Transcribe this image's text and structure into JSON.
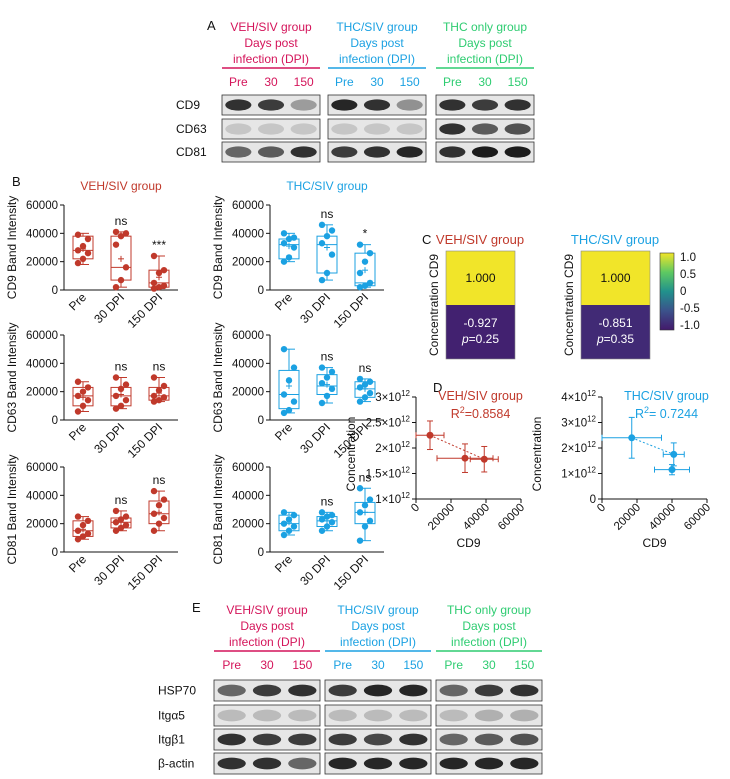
{
  "colors": {
    "veh": "#c0392b",
    "thc_siv": "#1ba1e2",
    "thc_only": "#2ecc71",
    "magenta": "#d4145a",
    "heat_high": "#f1e529",
    "heat_low": "#43196b"
  },
  "panel_letters": {
    "a": "A",
    "b": "B",
    "c": "C",
    "d": "D",
    "e": "E"
  },
  "blot_a": {
    "groups": [
      {
        "title": "VEH/SIV group",
        "subtitle": "Days post\ninfection (DPI)",
        "color_key": "magenta",
        "lanes": [
          "Pre",
          "30",
          "150"
        ]
      },
      {
        "title": "THC/SIV group",
        "subtitle": "Days post\ninfection (DPI)",
        "color_key": "thc_siv",
        "lanes": [
          "Pre",
          "30",
          "150"
        ]
      },
      {
        "title": "THC  only group",
        "subtitle": "Days post\ninfection (DPI)",
        "color_key": "thc_only",
        "lanes": [
          "Pre",
          "30",
          "150"
        ]
      }
    ],
    "rows": [
      "CD9",
      "CD63",
      "CD81"
    ]
  },
  "blot_e": {
    "groups": [
      {
        "title": "VEH/SIV group",
        "subtitle": "Days post\ninfection (DPI)",
        "color_key": "magenta",
        "lanes": [
          "Pre",
          "30",
          "150"
        ]
      },
      {
        "title": "THC/SIV group",
        "subtitle": "Days post\ninfection (DPI)",
        "color_key": "thc_siv",
        "lanes": [
          "Pre",
          "30",
          "150"
        ]
      },
      {
        "title": "THC  only group",
        "subtitle": "Days post\ninfection (DPI)",
        "color_key": "thc_only",
        "lanes": [
          "Pre",
          "30",
          "150"
        ]
      }
    ],
    "rows": [
      "HSP70",
      "Itgα5",
      "Itgβ1",
      "β-actin"
    ]
  },
  "chart_data": [
    {
      "id": "B-VEH-CD9",
      "type": "box",
      "title": "VEH/SIV group",
      "ylabel": "CD9 Band Intensity",
      "categories": [
        "Pre",
        "30 DPI",
        "150 DPI"
      ],
      "ylim": [
        0,
        60000
      ],
      "yticks": [
        0,
        20000,
        40000,
        60000
      ],
      "box": [
        {
          "min": 18000,
          "q1": 22000,
          "median": 28000,
          "q3": 38000,
          "max": 40000,
          "mean": 29000
        },
        {
          "min": 2000,
          "q1": 7000,
          "median": 16000,
          "q3": 38000,
          "max": 41000,
          "mean": 22000
        },
        {
          "min": 1000,
          "q1": 2000,
          "median": 5000,
          "q3": 14000,
          "max": 24000,
          "mean": 9000
        }
      ],
      "points": [
        [
          19000,
          22000,
          26000,
          28000,
          31000,
          36000,
          39000
        ],
        [
          2000,
          7000,
          16000,
          32000,
          38000,
          40000,
          41000
        ],
        [
          1000,
          2000,
          3000,
          5000,
          12000,
          14000,
          24000
        ]
      ],
      "annotations": [
        "",
        "ns",
        "***"
      ],
      "color_key": "veh"
    },
    {
      "id": "B-THC-CD9",
      "type": "box",
      "title": "THC/SIV group",
      "ylabel": "CD9 Band Intensity",
      "categories": [
        "Pre",
        "30 DPI",
        "150 DPI"
      ],
      "ylim": [
        0,
        60000
      ],
      "yticks": [
        0,
        20000,
        40000,
        60000
      ],
      "box": [
        {
          "min": 20000,
          "q1": 22000,
          "median": 32000,
          "q3": 36000,
          "max": 40000,
          "mean": 31000
        },
        {
          "min": 7000,
          "q1": 12000,
          "median": 32000,
          "q3": 38000,
          "max": 46000,
          "mean": 30000
        },
        {
          "min": 2000,
          "q1": 3000,
          "median": 5000,
          "q3": 26000,
          "max": 32000,
          "mean": 14000
        }
      ],
      "points": [
        [
          20000,
          23000,
          30000,
          33000,
          36000,
          37000,
          40000
        ],
        [
          7000,
          12000,
          25000,
          33000,
          38000,
          42000,
          46000
        ],
        [
          2000,
          3000,
          5000,
          12000,
          20000,
          26000,
          32000
        ]
      ],
      "annotations": [
        "",
        "ns",
        "*"
      ],
      "color_key": "thc_siv"
    },
    {
      "id": "B-VEH-CD63",
      "type": "box",
      "ylabel": "CD63 Band Intensity",
      "categories": [
        "Pre",
        "30 DPI",
        "150 DPI"
      ],
      "ylim": [
        0,
        60000
      ],
      "yticks": [
        0,
        20000,
        40000,
        60000
      ],
      "box": [
        {
          "min": 6000,
          "q1": 10000,
          "median": 17000,
          "q3": 23000,
          "max": 27000,
          "mean": 16000
        },
        {
          "min": 8000,
          "q1": 10000,
          "median": 17000,
          "q3": 23000,
          "max": 30000,
          "mean": 18000
        },
        {
          "min": 13000,
          "q1": 14000,
          "median": 17000,
          "q3": 23000,
          "max": 30000,
          "mean": 19000
        }
      ],
      "points": [
        [
          6000,
          10000,
          14000,
          17000,
          20000,
          23000,
          27000
        ],
        [
          8000,
          10000,
          14000,
          17000,
          22000,
          25000,
          30000
        ],
        [
          13000,
          14000,
          16000,
          17000,
          21000,
          24000,
          30000
        ]
      ],
      "annotations": [
        "",
        "ns",
        "ns"
      ],
      "color_key": "veh"
    },
    {
      "id": "B-THC-CD63",
      "type": "box",
      "ylabel": "CD63 Band Intensity",
      "categories": [
        "Pre",
        "30 DPI",
        "150 DPI"
      ],
      "ylim": [
        0,
        60000
      ],
      "yticks": [
        0,
        20000,
        40000,
        60000
      ],
      "box": [
        {
          "min": 5000,
          "q1": 8000,
          "median": 18000,
          "q3": 35000,
          "max": 50000,
          "mean": 24000
        },
        {
          "min": 12000,
          "q1": 18000,
          "median": 24000,
          "q3": 32000,
          "max": 37000,
          "mean": 25000
        },
        {
          "min": 13000,
          "q1": 16000,
          "median": 22000,
          "q3": 27000,
          "max": 29000,
          "mean": 22000
        }
      ],
      "points": [
        [
          5000,
          7000,
          13000,
          18000,
          28000,
          37000,
          50000
        ],
        [
          12000,
          17000,
          22000,
          26000,
          30000,
          34000,
          37000
        ],
        [
          13000,
          16000,
          19000,
          23000,
          25000,
          27000,
          29000
        ]
      ],
      "annotations": [
        "",
        "ns",
        "ns"
      ],
      "color_key": "thc_siv"
    },
    {
      "id": "B-VEH-CD81",
      "type": "box",
      "ylabel": "CD81 Band Intensity",
      "categories": [
        "Pre",
        "30 DPI",
        "150 DPI"
      ],
      "ylim": [
        0,
        60000
      ],
      "yticks": [
        0,
        20000,
        40000,
        60000
      ],
      "box": [
        {
          "min": 9000,
          "q1": 11000,
          "median": 15000,
          "q3": 22000,
          "max": 25000,
          "mean": 16000
        },
        {
          "min": 15000,
          "q1": 17000,
          "median": 21000,
          "q3": 24000,
          "max": 29000,
          "mean": 21000
        },
        {
          "min": 15000,
          "q1": 20000,
          "median": 27000,
          "q3": 36000,
          "max": 43000,
          "mean": 28000
        }
      ],
      "points": [
        [
          9000,
          11000,
          13000,
          15000,
          19000,
          22000,
          25000
        ],
        [
          15000,
          17000,
          19000,
          21000,
          23000,
          25000,
          29000
        ],
        [
          15000,
          20000,
          24000,
          27000,
          33000,
          37000,
          43000
        ]
      ],
      "annotations": [
        "",
        "ns",
        "ns"
      ],
      "color_key": "veh"
    },
    {
      "id": "B-THC-CD81",
      "type": "box",
      "ylabel": "CD81 Band Intensity",
      "categories": [
        "Pre",
        "30 DPI",
        "150 DPI"
      ],
      "ylim": [
        0,
        60000
      ],
      "yticks": [
        0,
        20000,
        40000,
        60000
      ],
      "box": [
        {
          "min": 12000,
          "q1": 15000,
          "median": 20000,
          "q3": 26000,
          "max": 28000,
          "mean": 21000
        },
        {
          "min": 15000,
          "q1": 18000,
          "median": 22000,
          "q3": 25000,
          "max": 28000,
          "mean": 22000
        },
        {
          "min": 8000,
          "q1": 20000,
          "median": 28000,
          "q3": 35000,
          "max": 45000,
          "mean": 28000
        }
      ],
      "points": [
        [
          12000,
          15000,
          18000,
          20000,
          23000,
          26000,
          28000
        ],
        [
          15000,
          18000,
          21000,
          23000,
          25000,
          26000,
          28000
        ],
        [
          8000,
          18000,
          22000,
          28000,
          33000,
          37000,
          45000
        ]
      ],
      "annotations": [
        "",
        "ns",
        "ns"
      ],
      "color_key": "thc_siv"
    },
    {
      "id": "C-heatmaps",
      "type": "heatmap",
      "row_label": "Concentration CD9",
      "maps": [
        {
          "title": "VEH/SIV group",
          "color_key": "veh",
          "cells": [
            {
              "value": 1.0,
              "text": "1.000",
              "ptext": ""
            },
            {
              "value": -0.927,
              "text": "-0.927",
              "ptext": "p=0.25"
            }
          ]
        },
        {
          "title": "THC/SIV group",
          "color_key": "thc_siv",
          "cells": [
            {
              "value": 1.0,
              "text": "1.000",
              "ptext": ""
            },
            {
              "value": -0.851,
              "text": "-0.851",
              "ptext": "p=0.35"
            }
          ]
        }
      ],
      "colorbar": {
        "range": [
          -1.0,
          1.0
        ],
        "ticks": [
          "1.0",
          "0.5",
          "0",
          "-0.5",
          "-1.0"
        ]
      }
    },
    {
      "id": "D-VEH",
      "type": "scatter",
      "title": "VEH/SIV group",
      "r2": "R²=0.8584",
      "xlabel": "CD9",
      "ylabel": "Concentration",
      "xlim": [
        0,
        60000
      ],
      "xticks": [
        "0",
        "20000",
        "40000",
        "60000"
      ],
      "ylim": [
        1000000000000.0,
        3000000000000.0
      ],
      "yticks": [
        "1×10¹²",
        "1.5×10¹²",
        "2×10¹²",
        "2.5×10¹²",
        "3×10¹²"
      ],
      "points": [
        {
          "x": 8000,
          "y": 2250000000000.0,
          "xerr": 8000,
          "yerr": 280000000000.0
        },
        {
          "x": 28000,
          "y": 1800000000000.0,
          "xerr": 16000,
          "yerr": 280000000000.0
        },
        {
          "x": 39000,
          "y": 1780000000000.0,
          "xerr": 8000,
          "yerr": 250000000000.0
        }
      ],
      "color_key": "veh"
    },
    {
      "id": "D-THC",
      "type": "scatter",
      "title": "THC/SIV group",
      "r2": "R²= 0.7244",
      "xlabel": "CD9",
      "ylabel": "Concentration",
      "xlim": [
        0,
        60000
      ],
      "xticks": [
        "0",
        "20000",
        "40000",
        "60000"
      ],
      "ylim": [
        0,
        4000000000000.0
      ],
      "yticks": [
        "0",
        "1×10¹²",
        "2×10¹²",
        "3×10¹²",
        "4×10¹²"
      ],
      "points": [
        {
          "x": 17000,
          "y": 2400000000000.0,
          "xerr": 17000,
          "yerr": 800000000000.0
        },
        {
          "x": 41000,
          "y": 1750000000000.0,
          "xerr": 6000,
          "yerr": 450000000000.0
        },
        {
          "x": 40000,
          "y": 1150000000000.0,
          "xerr": 10000,
          "yerr": 200000000000.0
        }
      ],
      "color_key": "thc_siv"
    }
  ]
}
